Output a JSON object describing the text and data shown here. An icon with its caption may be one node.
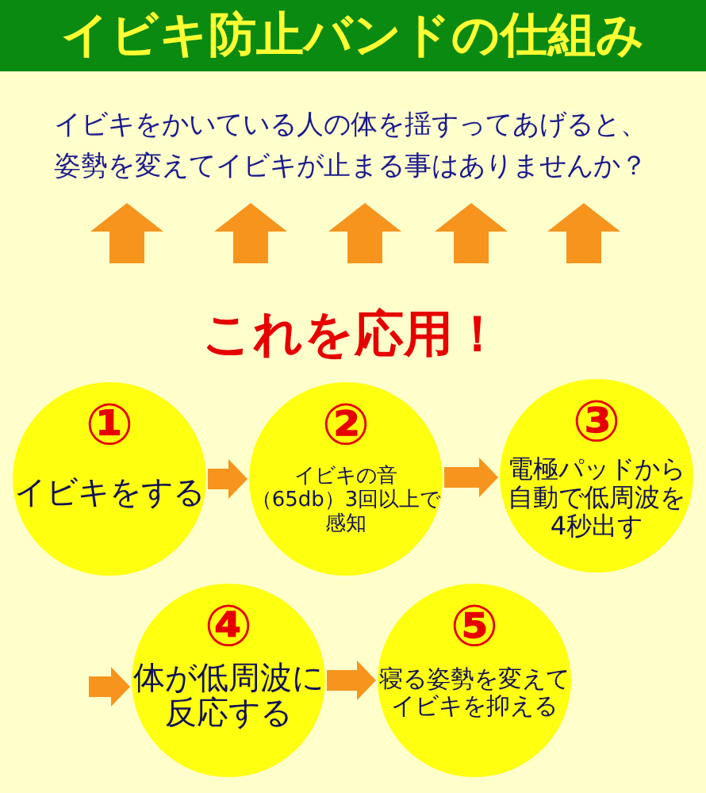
{
  "diagram": {
    "title": "イビキ防止バンドの仕組み",
    "nodes": [
      {
        "text": [
          "イビキをかいている人の体を揺すってあげると、姿勢を変えてイビキが止まる事はありませんか？"
        ]
      },
      {
        "text": [
          "これを応用！"
        ]
      },
      {
        "text": [
          "①",
          "イビキをする"
        ]
      },
      {
        "text": [
          "②",
          "イビキの音（65db）3回以上で感知"
        ]
      },
      {
        "text": [
          "③",
          "電極パッドから自動で低周波を4秒出す"
        ]
      },
      {
        "text": [
          "④",
          "体が低周波に反応する"
        ]
      },
      {
        "text": [
          "⑤",
          "寝る姿勢を変えてイビキを抑える"
        ]
      }
    ],
    "edges": [
      {
        "from": 1,
        "to": 0,
        "arrow": "to"
      },
      {
        "from": 1,
        "to": 0,
        "arrow": "to"
      },
      {
        "from": 1,
        "to": 0,
        "arrow": "to"
      },
      {
        "from": 1,
        "to": 0,
        "arrow": "to"
      },
      {
        "from": 1,
        "to": 0,
        "arrow": "to"
      },
      {
        "from": 2,
        "to": 3,
        "arrow": "to"
      },
      {
        "from": 3,
        "to": 4,
        "arrow": "to"
      },
      {
        "from": null,
        "to": 5,
        "arrow": "to"
      },
      {
        "from": 5,
        "to": 6,
        "arrow": "to"
      }
    ]
  }
}
